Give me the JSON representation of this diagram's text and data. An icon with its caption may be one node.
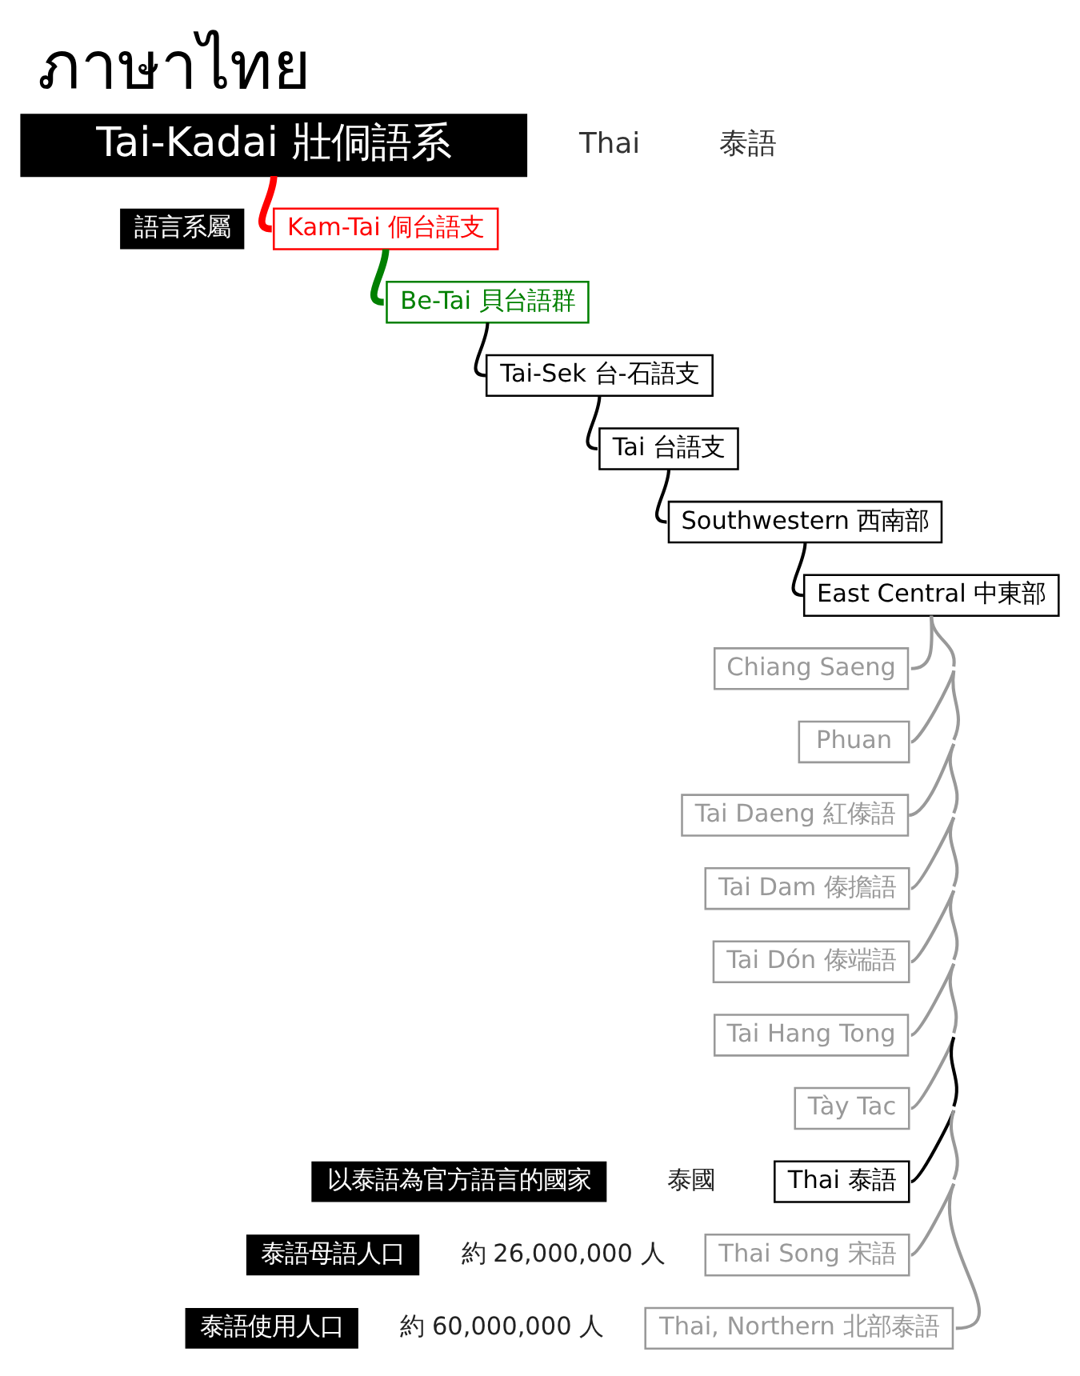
{
  "diagram": {
    "title": "ภาษาไทย",
    "nodes": [
      {
        "text": [
          "Tai-Kadai 壯侗語系"
        ]
      },
      {
        "text": [
          "Kam-Tai 侗台語支"
        ]
      },
      {
        "text": [
          "Be-Tai 貝台語群"
        ]
      },
      {
        "text": [
          "Tai-Sek 台-石語支"
        ]
      },
      {
        "text": [
          "Tai 台語支"
        ]
      },
      {
        "text": [
          "Southwestern 西南部"
        ]
      },
      {
        "text": [
          "East Central 中東部"
        ]
      },
      {
        "text": [
          "Chiang Saeng"
        ]
      },
      {
        "text": [
          "Phuan"
        ]
      },
      {
        "text": [
          "Tai Daeng 紅傣語"
        ]
      },
      {
        "text": [
          "Tai Dam 傣擔語"
        ]
      },
      {
        "text": [
          "Tai Dón 傣端語"
        ]
      },
      {
        "text": [
          "Tai Hang Tong"
        ]
      },
      {
        "text": [
          "Tày Tac"
        ]
      },
      {
        "text": [
          "Thai 泰語"
        ]
      },
      {
        "text": [
          "Thai Song 宋語"
        ]
      },
      {
        "text": [
          "Thai, Northern 北部泰語"
        ]
      }
    ],
    "edges": [
      {
        "from": 0,
        "to": 1,
        "arrow": "none",
        "style": "thick",
        "color": "#ff0000"
      },
      {
        "from": 1,
        "to": 2,
        "arrow": "none",
        "style": "thick",
        "color": "#008000"
      },
      {
        "from": 2,
        "to": 3,
        "arrow": "none",
        "color": "#000000"
      },
      {
        "from": 3,
        "to": 4,
        "arrow": "none",
        "color": "#000000"
      },
      {
        "from": 4,
        "to": 5,
        "arrow": "none",
        "color": "#000000"
      },
      {
        "from": 5,
        "to": 6,
        "arrow": "none",
        "color": "#000000"
      },
      {
        "from": 6,
        "to": 7,
        "arrow": "none"
      },
      {
        "from": 6,
        "to": 8,
        "arrow": "none"
      },
      {
        "from": 6,
        "to": 9,
        "arrow": "none"
      },
      {
        "from": 6,
        "to": 10,
        "arrow": "none"
      },
      {
        "from": 6,
        "to": 11,
        "arrow": "none"
      },
      {
        "from": 6,
        "to": 12,
        "arrow": "none"
      },
      {
        "from": 6,
        "to": 13,
        "arrow": "none"
      },
      {
        "from": 6,
        "to": 14,
        "arrow": "none",
        "color": "#000000"
      },
      {
        "from": 6,
        "to": 15,
        "arrow": "none"
      },
      {
        "from": 6,
        "to": 16,
        "arrow": "none"
      }
    ],
    "labels": [
      "Thai",
      "泰語",
      "語言系屬",
      "以泰語為官方語言的國家",
      "泰國",
      "泰語母語人口",
      "約 26,000,000 人",
      "泰語使用人口",
      "約 60,000,000 人"
    ]
  }
}
